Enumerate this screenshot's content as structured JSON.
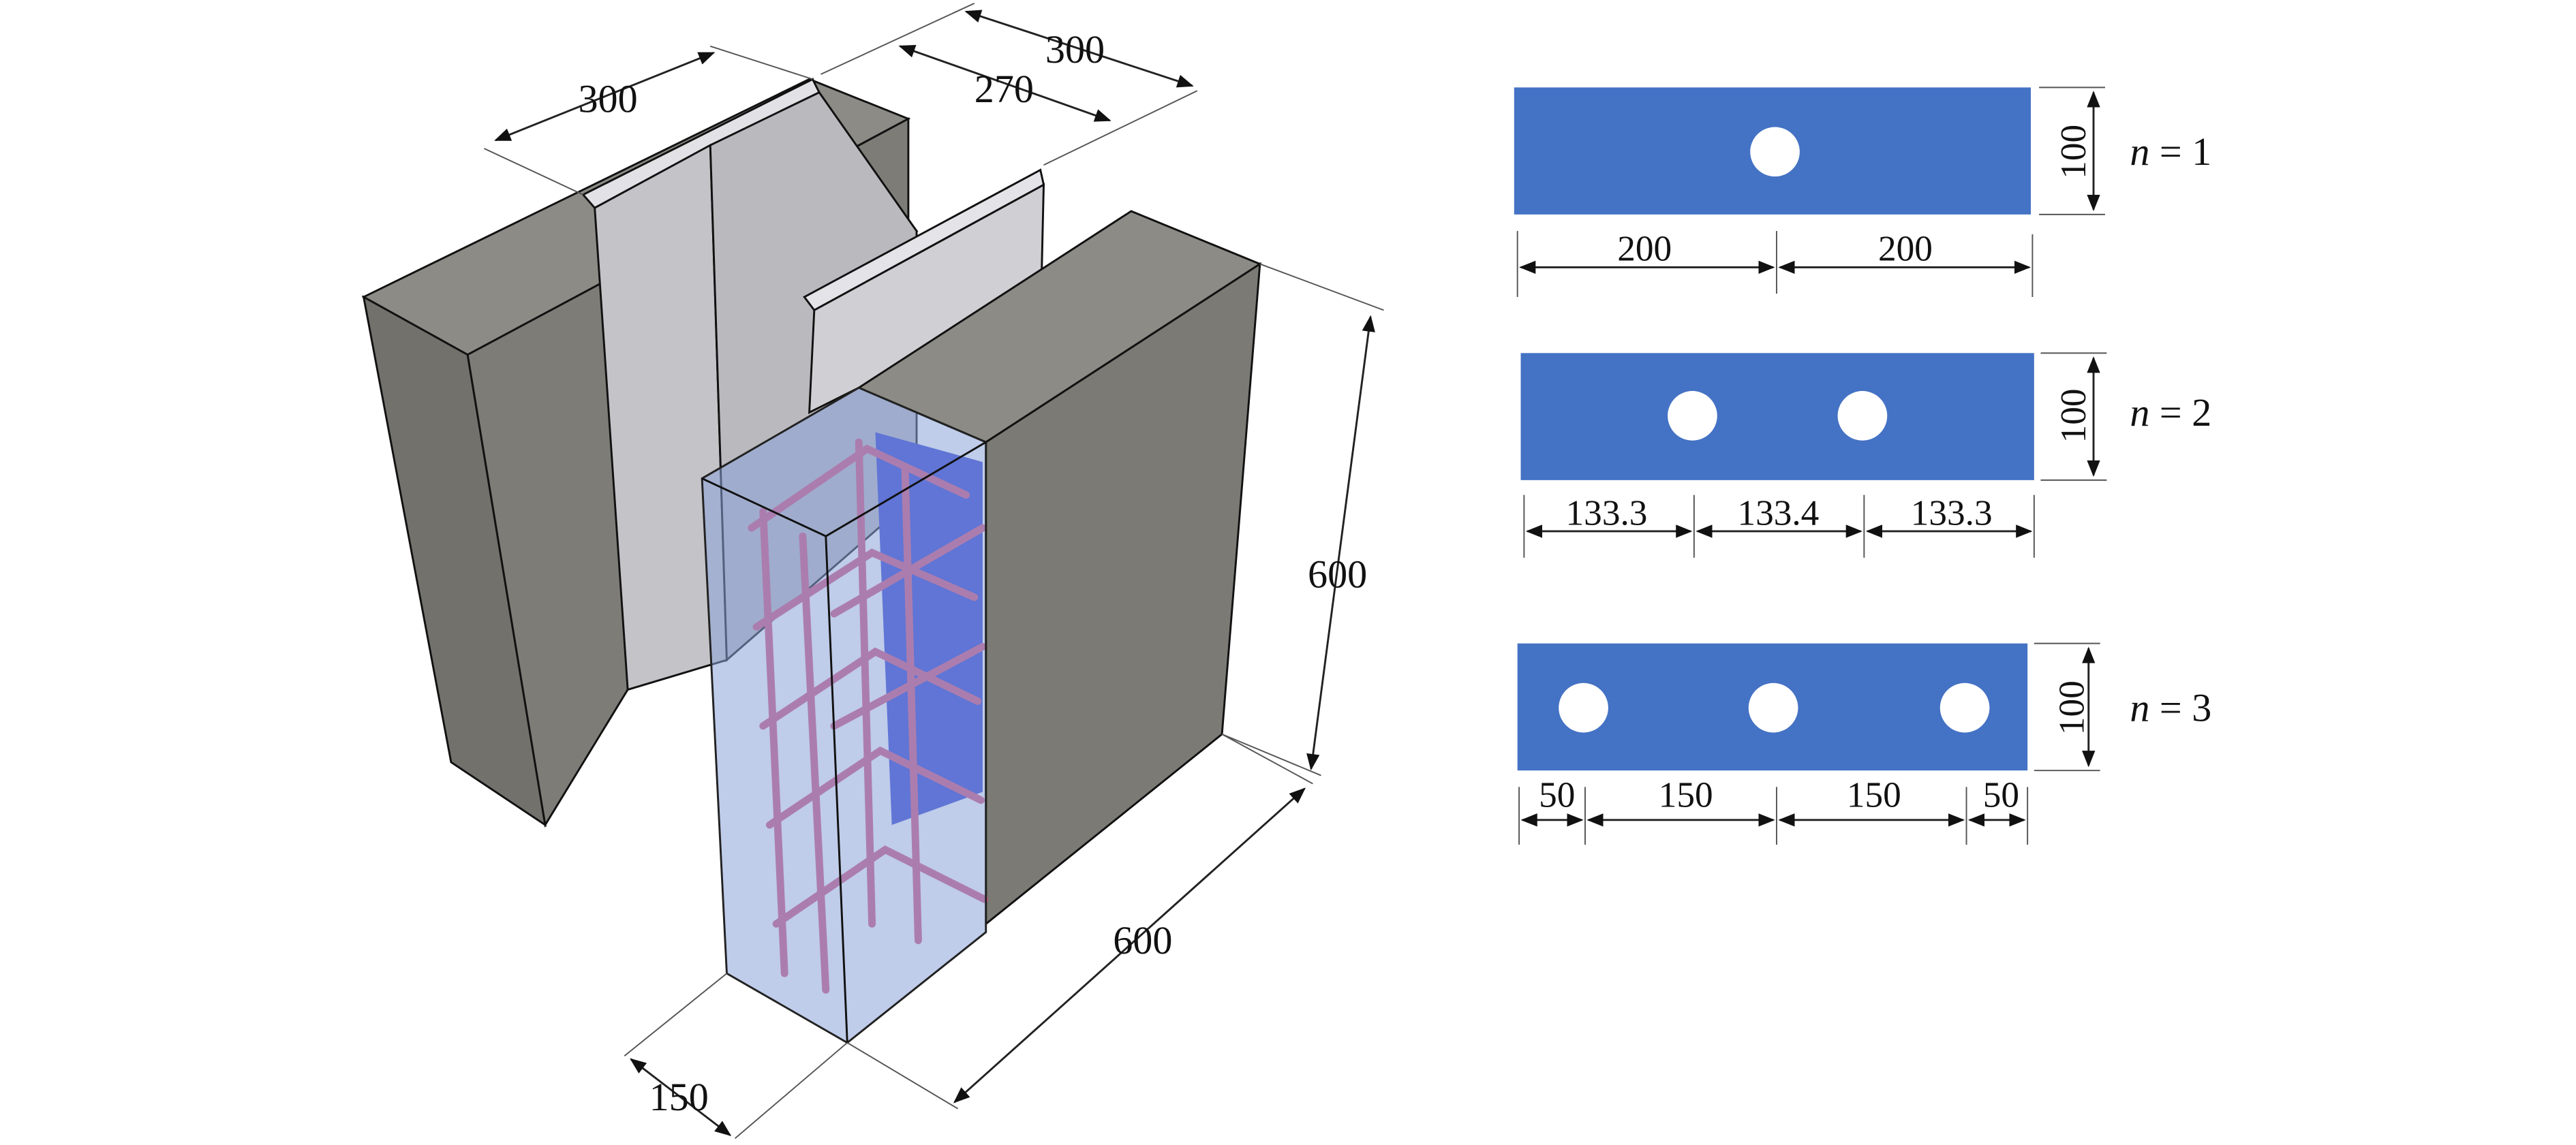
{
  "model_3d": {
    "dimensions": {
      "flange_width_left": "300",
      "web_depth": "270",
      "flange_width_right": "300",
      "height": "600",
      "length": "600",
      "thickness": "150"
    }
  },
  "plates": [
    {
      "label": "n = 1",
      "n": "n",
      "eq": " = 1",
      "height_dim": "100",
      "spacings": [
        "200",
        "200"
      ]
    },
    {
      "label": "n = 2",
      "n": "n",
      "eq": " = 2",
      "height_dim": "100",
      "spacings": [
        "133.3",
        "133.4",
        "133.3"
      ]
    },
    {
      "label": "n = 3",
      "n": "n",
      "eq": " = 3",
      "height_dim": "100",
      "spacings": [
        "50",
        "150",
        "150",
        "50"
      ]
    }
  ],
  "colors": {
    "plate": "#4472c4",
    "concrete": "#7d7c77",
    "steel": "#c4c4c8",
    "rebar": "#d2507a",
    "encasement": "#8aa2d8"
  }
}
